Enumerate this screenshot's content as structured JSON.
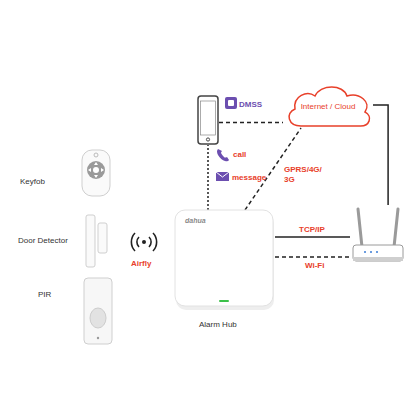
{
  "diagram": {
    "nodes": [
      {
        "text": [
          "Keyfob"
        ]
      },
      {
        "text": [
          "Door Detector"
        ]
      },
      {
        "text": [
          "PIR"
        ]
      },
      {
        "text": [
          "dahua",
          "Alarm Hub"
        ]
      },
      {
        "text": [
          "DMSS"
        ]
      },
      {
        "text": [
          "Internet / Cloud"
        ]
      },
      {
        "text": []
      }
    ],
    "edges": [
      {
        "from": 4,
        "to": 5,
        "arrow": "none"
      },
      {
        "from": 3,
        "to": 4,
        "label": "call",
        "arrow": "none"
      },
      {
        "from": 3,
        "to": 5,
        "label": "GPRS/4G/ 3G",
        "arrow": "none"
      },
      {
        "from": 3,
        "to": 6,
        "label": "TCP/IP",
        "arrow": "none"
      },
      {
        "from": 3,
        "to": 6,
        "label": "Wi-Fi",
        "arrow": "none"
      },
      {
        "from": 5,
        "to": 6,
        "arrow": "none"
      }
    ],
    "labels": [
      "message",
      "Airfly"
    ]
  }
}
